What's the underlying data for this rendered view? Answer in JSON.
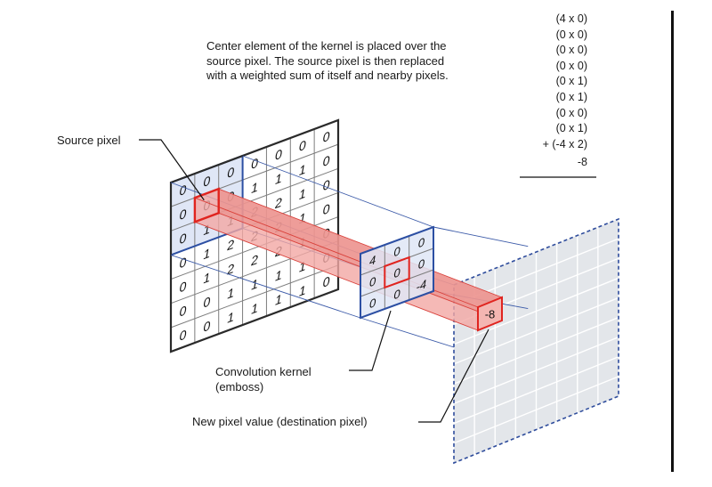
{
  "caption": {
    "line1": "Center element of the kernel is placed over the",
    "line2": "source pixel. The source pixel is then replaced",
    "line3": "with a weighted sum of itself and nearby pixels."
  },
  "calculation": {
    "terms": [
      "(4 x 0)",
      "(0 x 0)",
      "(0 x 0)",
      "(0 x 0)",
      "(0 x 1)",
      "(0 x 1)",
      "(0 x 0)",
      "(0 x 1)",
      "+ (-4 x 2)"
    ],
    "result": "-8"
  },
  "labels": {
    "source_pixel": "Source pixel",
    "kernel_line1": "Convolution kernel",
    "kernel_line2": "(emboss)",
    "new_pixel": "New pixel value (destination pixel)"
  },
  "source_grid": [
    [
      "0",
      "0",
      "0",
      "0",
      "0",
      "0",
      "0"
    ],
    [
      "0",
      "0",
      "0",
      "1",
      "1",
      "1",
      "0"
    ],
    [
      "0",
      "1",
      "1",
      "2",
      "2",
      "1",
      "0"
    ],
    [
      "0",
      "1",
      "2",
      "2",
      "2",
      "1",
      "0"
    ],
    [
      "0",
      "1",
      "2",
      "2",
      "2",
      "1",
      "0"
    ],
    [
      "0",
      "0",
      "1",
      "1",
      "1",
      "1",
      "0"
    ],
    [
      "0",
      "0",
      "1",
      "1",
      "1",
      "1",
      "0"
    ]
  ],
  "kernel_grid": [
    [
      "4",
      "0",
      "0"
    ],
    [
      "0",
      "0",
      "0"
    ],
    [
      "0",
      "0",
      "-4"
    ]
  ],
  "destination_value": "-8",
  "colors": {
    "highlight_red": "#e0241f",
    "beam_fill": "#f2a8a4",
    "kernel_blue": "#2c4fa3",
    "grid_gray": "#7d7d7d",
    "dest_fill": "#e3e6ea"
  }
}
